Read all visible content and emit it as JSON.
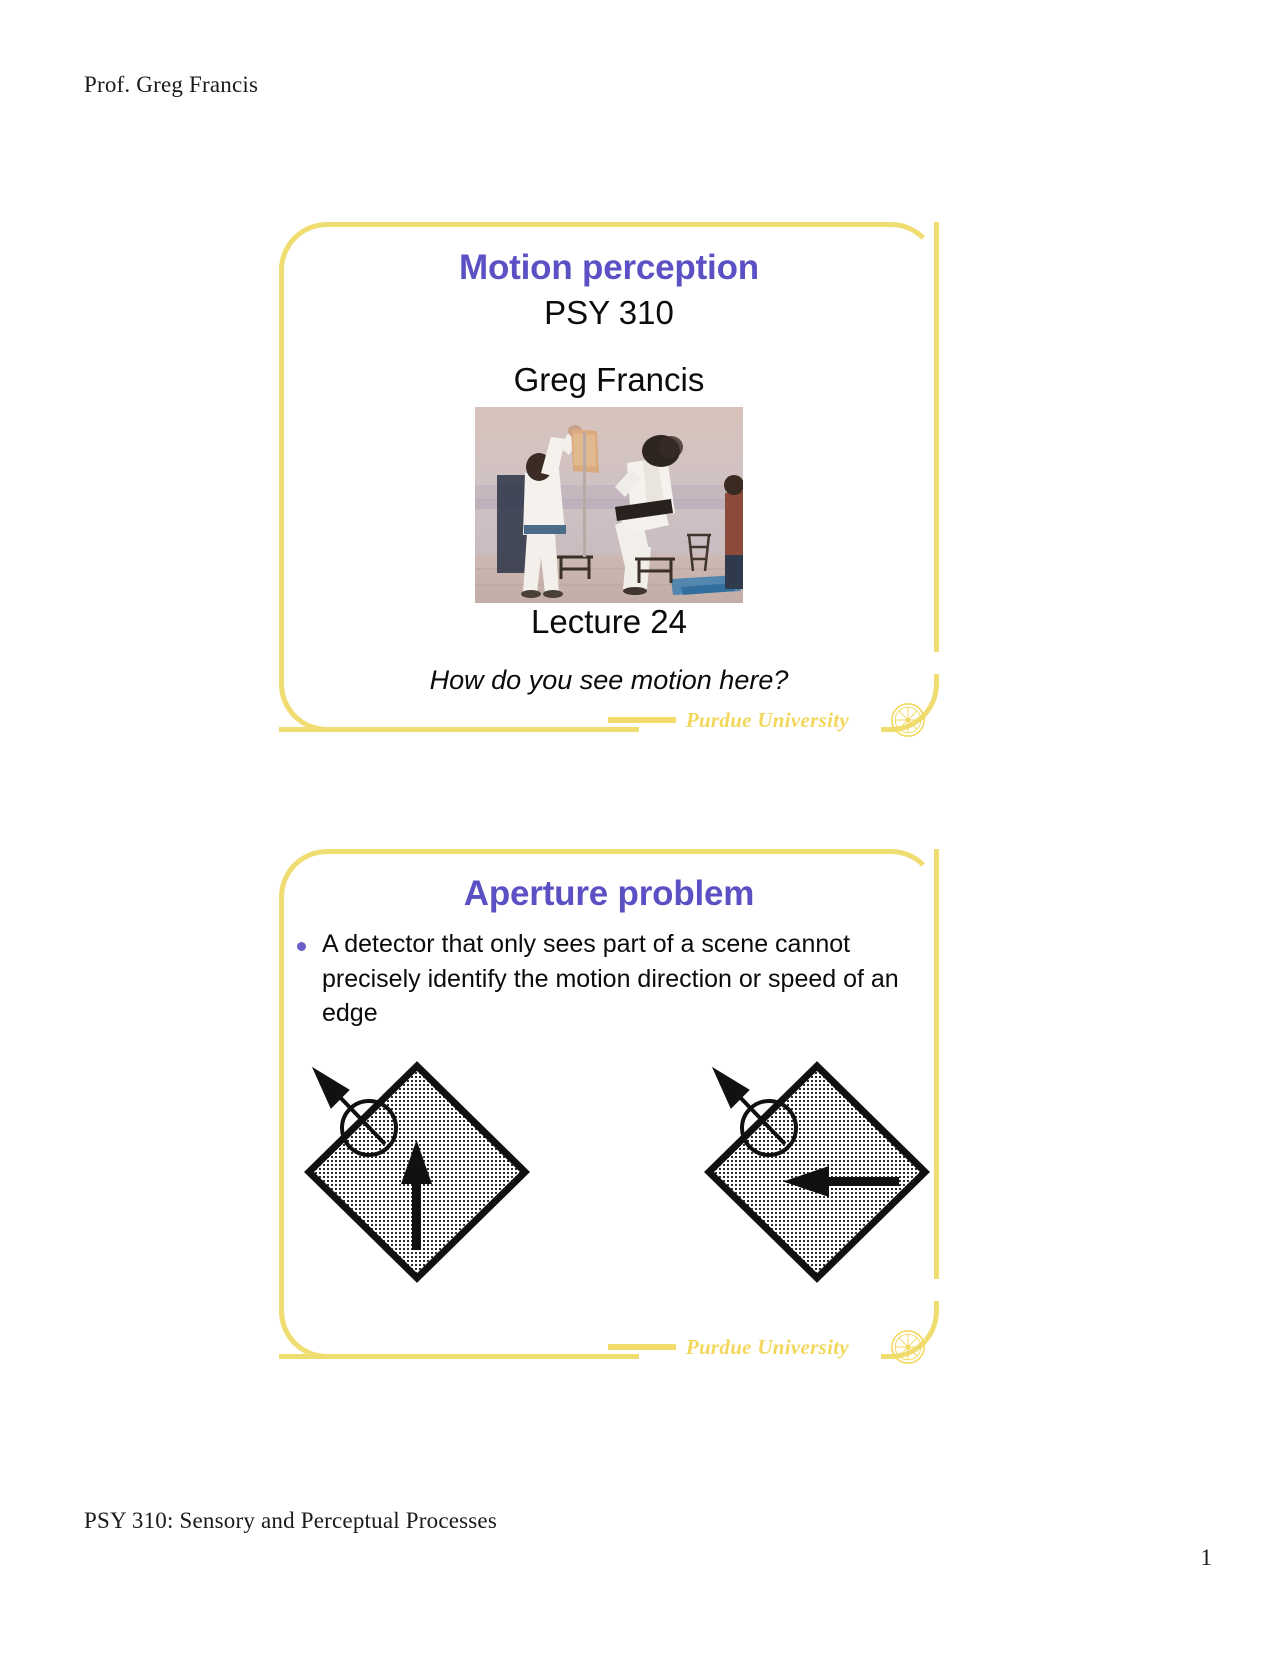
{
  "page": {
    "header": "Prof. Greg Francis",
    "footer": "PSY 310: Sensory and Perceptual Processes",
    "page_number": "1"
  },
  "theme": {
    "frame_color": "#EFDD71",
    "title_color": "#5B51C4",
    "bullet_color": "#6A5FC9",
    "purdue_gold": "#F2D75C",
    "body_color": "#0b0b0b"
  },
  "slides": [
    {
      "id": "title-slide",
      "title": "Motion perception",
      "course": "PSY 310",
      "author": "Greg Francis",
      "lecture": "Lecture 24",
      "question": "How do you see motion here?",
      "image_caption": "taekwondo-jumping-kick-board-break-photo",
      "footer": {
        "name": "Purdue University",
        "seal": "purdue-seal-icon"
      }
    },
    {
      "id": "aperture-slide",
      "title": "Aperture problem",
      "bullets": [
        "A detector that only sees part of a scene cannot precisely identify the motion direction or speed of an edge"
      ],
      "figures": [
        {
          "name": "diamond-moving-up",
          "shape": "diamond",
          "fill": "stippled-gray",
          "true_motion_arrow": "up",
          "aperture_arrow": "up-left-diagonal",
          "aperture": "circle-on-upper-left-edge"
        },
        {
          "name": "diamond-moving-left",
          "shape": "diamond",
          "fill": "stippled-gray",
          "true_motion_arrow": "left",
          "aperture_arrow": "up-left-diagonal",
          "aperture": "circle-on-upper-left-edge"
        }
      ],
      "footer": {
        "name": "Purdue University",
        "seal": "purdue-seal-icon"
      }
    }
  ]
}
